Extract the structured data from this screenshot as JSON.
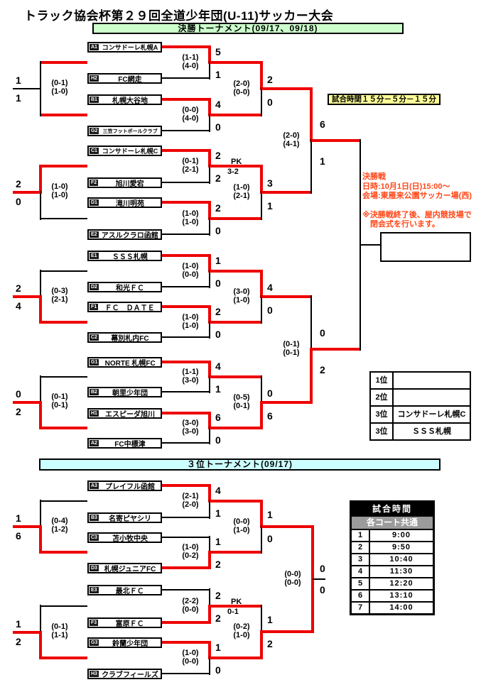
{
  "title": "トラック協会杯第２９回全道少年団(U-11)サッカー大会",
  "final_tournament": {
    "banner": "決勝トーナメント(09/17、09/18)",
    "teams": [
      {
        "tag": "A1",
        "name": "コンサドーレ札幌A"
      },
      {
        "tag": "H2",
        "name": "FC網走"
      },
      {
        "tag": "B1",
        "name": "札幌大谷地"
      },
      {
        "tag": "G2",
        "name": "三笠フットボールクラブ"
      },
      {
        "tag": "C1",
        "name": "コンサドーレ札幌C"
      },
      {
        "tag": "F2",
        "name": "旭川愛宕"
      },
      {
        "tag": "D1",
        "name": "滝川明苑"
      },
      {
        "tag": "E2",
        "name": "アスルクラロ函館"
      },
      {
        "tag": "E1",
        "name": "ＳＳＳ札幌"
      },
      {
        "tag": "D2",
        "name": "和光ＦＣ"
      },
      {
        "tag": "F1",
        "name": "ＦＣ　ＤＡＴＥ"
      },
      {
        "tag": "C2",
        "name": "幕別札内FC"
      },
      {
        "tag": "G1",
        "name": "NORTE 札幌FC"
      },
      {
        "tag": "B2",
        "name": "朝里少年団"
      },
      {
        "tag": "H1",
        "name": "エスピーダ旭川"
      },
      {
        "tag": "A2",
        "name": "FC中標津"
      }
    ]
  },
  "third_tournament": {
    "banner": "３位トーナメント(09/17)",
    "teams": [
      {
        "tag": "A3",
        "name": "プレイフル函館"
      },
      {
        "tag": "B3",
        "name": "名寄ピヤシリ"
      },
      {
        "tag": "C3",
        "name": "苫小牧中央"
      },
      {
        "tag": "D3",
        "name": "札幌ジュニアFC"
      },
      {
        "tag": "E3",
        "name": "最北ＦＣ"
      },
      {
        "tag": "F3",
        "name": "富原ＦＣ"
      },
      {
        "tag": "G3",
        "name": "鈴蘭少年団"
      },
      {
        "tag": "H3",
        "name": "クラブフィールズ"
      }
    ]
  },
  "m": {
    "r1": {
      "h1": "(1-1)",
      "h2": "(4-0)",
      "s1": "5",
      "s2": "1"
    },
    "r2": {
      "h1": "(0-0)",
      "h2": "(4-0)",
      "s1": "4",
      "s2": "0"
    },
    "r3": {
      "h1": "(0-1)",
      "h2": "(2-1)",
      "s1": "2",
      "s2": "2",
      "pk": "PK",
      "pks": "3-2"
    },
    "r4": {
      "h1": "(1-0)",
      "h2": "(1-0)",
      "s1": "2",
      "s2": "0"
    },
    "r5": {
      "h1": "(1-0)",
      "h2": "(0-0)",
      "s1": "1",
      "s2": "0"
    },
    "r6": {
      "h1": "(1-0)",
      "h2": "(1-0)",
      "s1": "2",
      "s2": "0"
    },
    "r7": {
      "h1": "(1-1)",
      "h2": "(3-0)",
      "s1": "4",
      "s2": "1"
    },
    "r8": {
      "h1": "(3-0)",
      "h2": "(3-0)",
      "s1": "6",
      "s2": "0"
    },
    "qf1": {
      "h1": "(2-0)",
      "h2": "(0-0)",
      "s1": "2",
      "s2": "0"
    },
    "qf2": {
      "h1": "(1-0)",
      "h2": "(2-1)",
      "s1": "3",
      "s2": "1"
    },
    "qf3": {
      "h1": "(3-0)",
      "h2": "(1-0)",
      "s1": "4",
      "s2": "0"
    },
    "qf4": {
      "h1": "(0-5)",
      "h2": "(0-1)",
      "s1": "0",
      "s2": "6"
    },
    "sf1": {
      "h1": "(2-0)",
      "h2": "(4-1)",
      "s1": "6",
      "s2": "1"
    },
    "sf2": {
      "h1": "(0-1)",
      "h2": "(0-1)",
      "s1": "0",
      "s2": "2"
    },
    "c1": {
      "h1": "(0-1)",
      "h2": "(1-0)",
      "s1": "1",
      "s2": "1"
    },
    "c2": {
      "h1": "(1-0)",
      "h2": "(1-0)",
      "s1": "2",
      "s2": "0"
    },
    "c3": {
      "h1": "(0-3)",
      "h2": "(2-1)",
      "s1": "2",
      "s2": "4"
    },
    "c4": {
      "h1": "(0-1)",
      "h2": "(0-1)",
      "s1": "0",
      "s2": "2"
    }
  },
  "t": {
    "r1": {
      "h1": "(2-1)",
      "h2": "(2-0)",
      "s1": "4",
      "s2": "1"
    },
    "r2": {
      "h1": "(1-0)",
      "h2": "(0-2)",
      "s1": "1",
      "s2": "2"
    },
    "r3": {
      "h1": "(2-2)",
      "h2": "(0-0)",
      "s1": "2",
      "s2": "2",
      "pk": "PK",
      "pks": "0-1"
    },
    "r4": {
      "h1": "(1-0)",
      "h2": "(0-0)",
      "s1": "1",
      "s2": "0"
    },
    "sf1": {
      "h1": "(0-0)",
      "h2": "(1-0)",
      "s1": "1",
      "s2": "0"
    },
    "sf2": {
      "h1": "(0-2)",
      "h2": "(1-0)",
      "s1": "1",
      "s2": "2"
    },
    "f": {
      "h1": "(0-0)",
      "h2": "(0-0)",
      "s1": "0",
      "s2": "0"
    },
    "c1": {
      "h1": "(0-4)",
      "h2": "(1-2)",
      "s1": "1",
      "s2": "6"
    },
    "c2": {
      "h1": "(0-1)",
      "h2": "(1-1)",
      "s1": "1",
      "s2": "2"
    }
  },
  "match_time_banner": "試合時間１５分－５分－１５分",
  "final_info": {
    "lines": [
      "決勝戦",
      "日時:10月1日(日)15:00～",
      "会場:東雁来公園サッカー場(西)",
      "※決勝戦終了後、屋内競技場で",
      "　閉会式を行います。"
    ]
  },
  "rankings": {
    "rows": [
      {
        "rank": "1位",
        "team": ""
      },
      {
        "rank": "2位",
        "team": ""
      },
      {
        "rank": "3位",
        "team": "コンサドーレ札幌C"
      },
      {
        "rank": "3位",
        "team": "ＳＳＳ札幌"
      }
    ]
  },
  "schedule": {
    "title": "試合時間",
    "subtitle": "各コート共通",
    "rows": [
      {
        "no": "1",
        "time": "9:00"
      },
      {
        "no": "2",
        "time": "9:50"
      },
      {
        "no": "3",
        "time": "10:40"
      },
      {
        "no": "4",
        "time": "11:30"
      },
      {
        "no": "5",
        "time": "12:20"
      },
      {
        "no": "6",
        "time": "13:10"
      },
      {
        "no": "7",
        "time": "14:00"
      }
    ]
  },
  "colors": {
    "line_red": "#ee0000",
    "line_black": "#000000",
    "banner_green": "#ccffcc",
    "banner_cyan": "#ccffff",
    "banner_yellow": "#ffff99",
    "info_red": "#ff4616"
  }
}
